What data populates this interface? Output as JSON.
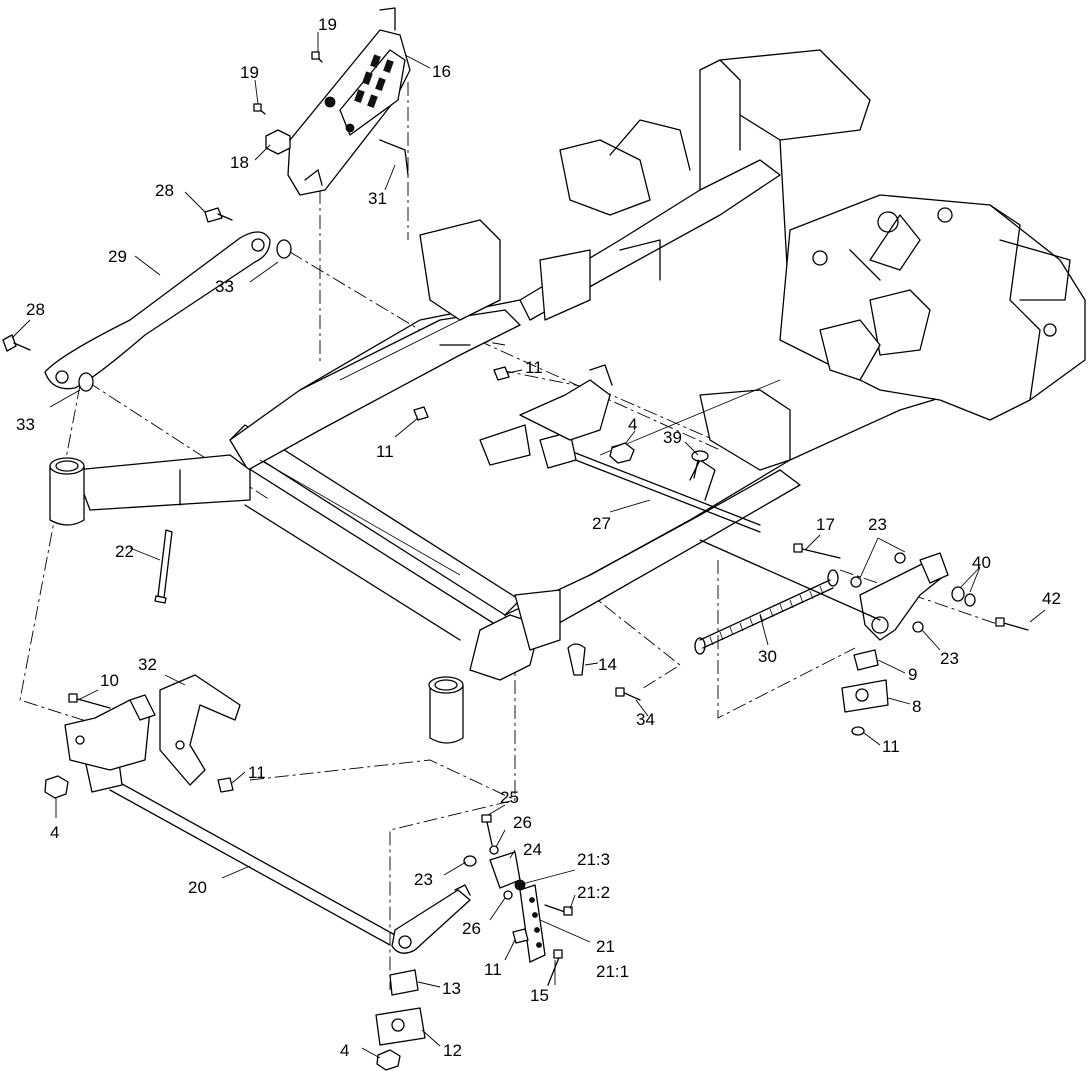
{
  "callouts": [
    {
      "id": "c19a",
      "label": "19"
    },
    {
      "id": "c16",
      "label": "16"
    },
    {
      "id": "c19b",
      "label": "19"
    },
    {
      "id": "c18",
      "label": "18"
    },
    {
      "id": "c31",
      "label": "31"
    },
    {
      "id": "c28a",
      "label": "28"
    },
    {
      "id": "c29",
      "label": "29"
    },
    {
      "id": "c33a",
      "label": "33"
    },
    {
      "id": "c28b",
      "label": "28"
    },
    {
      "id": "c33b",
      "label": "33"
    },
    {
      "id": "c11a",
      "label": "11"
    },
    {
      "id": "c11b",
      "label": "11"
    },
    {
      "id": "c4a",
      "label": "4"
    },
    {
      "id": "c39",
      "label": "39"
    },
    {
      "id": "c27",
      "label": "27"
    },
    {
      "id": "c22",
      "label": "22"
    },
    {
      "id": "c17",
      "label": "17"
    },
    {
      "id": "c23a",
      "label": "23"
    },
    {
      "id": "c40",
      "label": "40"
    },
    {
      "id": "c42",
      "label": "42"
    },
    {
      "id": "c30",
      "label": "30"
    },
    {
      "id": "c23b",
      "label": "23"
    },
    {
      "id": "c9",
      "label": "9"
    },
    {
      "id": "c8",
      "label": "8"
    },
    {
      "id": "c11c",
      "label": "11"
    },
    {
      "id": "c14",
      "label": "14"
    },
    {
      "id": "c34",
      "label": "34"
    },
    {
      "id": "c32",
      "label": "32"
    },
    {
      "id": "c10",
      "label": "10"
    },
    {
      "id": "c11d",
      "label": "11"
    },
    {
      "id": "c4b",
      "label": "4"
    },
    {
      "id": "c25",
      "label": "25"
    },
    {
      "id": "c26a",
      "label": "26"
    },
    {
      "id": "c24",
      "label": "24"
    },
    {
      "id": "c21_3",
      "label": "21:3"
    },
    {
      "id": "c23c",
      "label": "23"
    },
    {
      "id": "c21_2",
      "label": "21:2"
    },
    {
      "id": "c20",
      "label": "20"
    },
    {
      "id": "c26b",
      "label": "26"
    },
    {
      "id": "c21",
      "label": "21"
    },
    {
      "id": "c11e",
      "label": "11"
    },
    {
      "id": "c21_1",
      "label": "21:1"
    },
    {
      "id": "c15",
      "label": "15"
    },
    {
      "id": "c13",
      "label": "13"
    },
    {
      "id": "c12",
      "label": "12"
    },
    {
      "id": "c4c",
      "label": "4"
    }
  ]
}
